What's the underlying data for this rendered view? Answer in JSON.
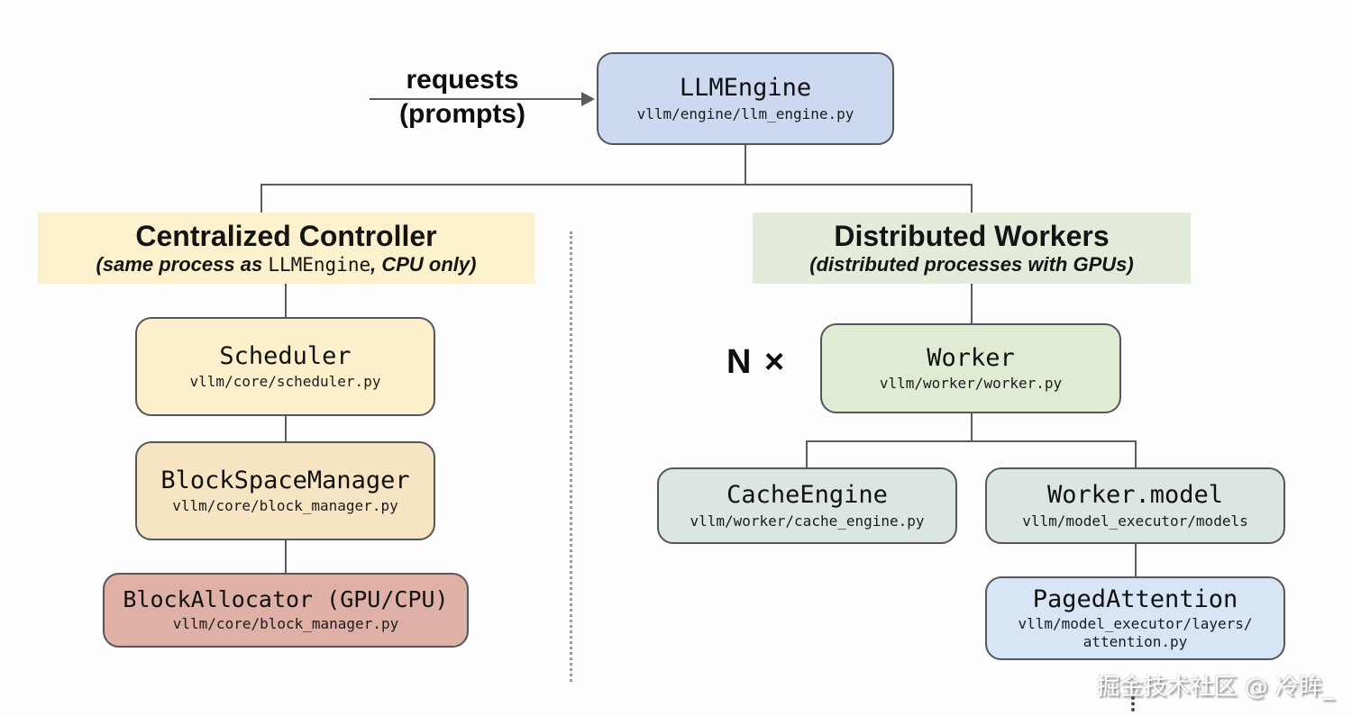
{
  "flow": {
    "arrow_label_line1": "requests",
    "arrow_label_line2": "(prompts)"
  },
  "sections": {
    "centralized_controller": {
      "title": "Centralized Controller",
      "subtitle_prefix": "(same process as ",
      "subtitle_code": "LLMEngine",
      "subtitle_suffix": ", CPU only)"
    },
    "distributed_workers": {
      "title": "Distributed Workers",
      "subtitle": "(distributed processes with GPUs)"
    }
  },
  "nodes": {
    "llm_engine": {
      "title": "LLMEngine",
      "path": "vllm/engine/llm_engine.py"
    },
    "scheduler": {
      "title": "Scheduler",
      "path": "vllm/core/scheduler.py"
    },
    "block_space_manager": {
      "title": "BlockSpaceManager",
      "path": "vllm/core/block_manager.py"
    },
    "block_allocator": {
      "title": "BlockAllocator (GPU/CPU)",
      "path": "vllm/core/block_manager.py"
    },
    "worker": {
      "title": "Worker",
      "path": "vllm/worker/worker.py",
      "multiplier": "N ×"
    },
    "cache_engine": {
      "title": "CacheEngine",
      "path": "vllm/worker/cache_engine.py"
    },
    "worker_model": {
      "title": "Worker.model",
      "path": "vllm/model_executor/models"
    },
    "paged_attention": {
      "title": "PagedAttention",
      "path_line1": "vllm/model_executor/layers/",
      "path_line2": "attention.py"
    }
  },
  "watermark": "掘金技术社区 @ 冷眸_",
  "colors": {
    "llm_engine_fill": "#cdd9f1",
    "scheduler_fill": "#fbf0cb",
    "block_space_manager_fill": "#f6e4c3",
    "block_allocator_fill": "#dfb0a5",
    "worker_fill": "#dfecd3",
    "cache_engine_fill": "#dbe6e1",
    "worker_model_fill": "#dbe6e3",
    "paged_attention_fill": "#d7e5f4",
    "centralized_header_fill": "#fbf1cd",
    "distributed_header_fill": "#e3ecda",
    "edge_color": "#5a5b5e"
  }
}
